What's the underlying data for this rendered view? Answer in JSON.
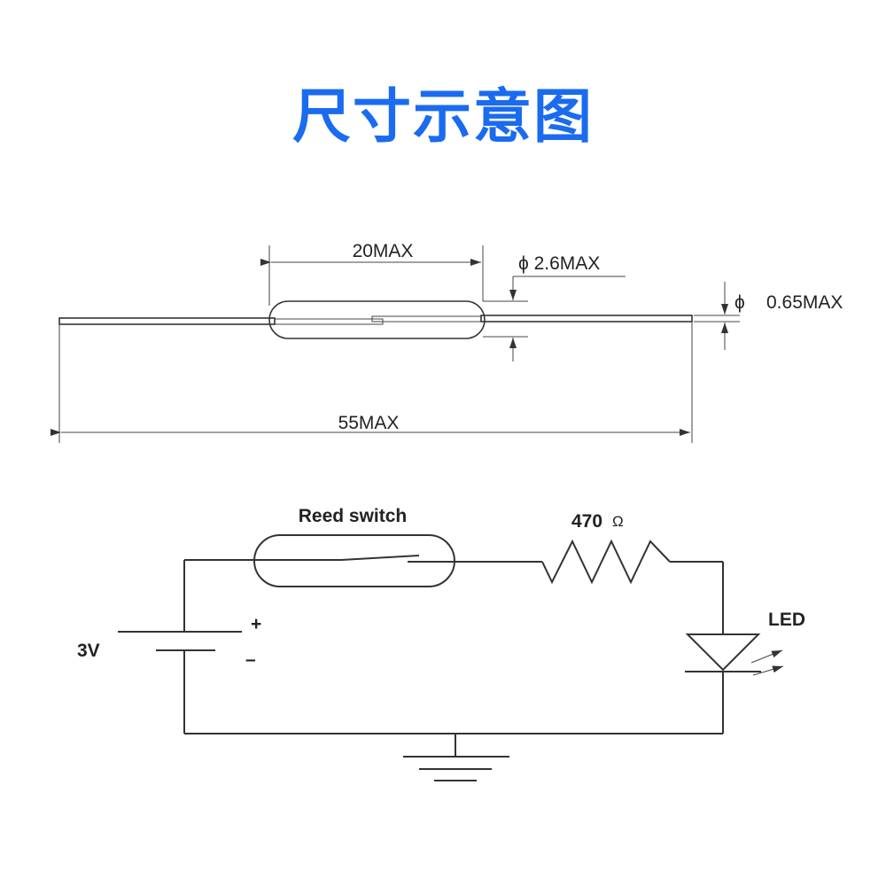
{
  "title": "尺寸示意图",
  "colors": {
    "title": "#1a6bf0",
    "line": "#333333"
  },
  "dimensions": {
    "glass_length": "20MAX",
    "glass_diameter": "ϕ 2.6MAX",
    "lead_diameter_symbol": "ϕ",
    "lead_diameter": "0.65MAX",
    "total_length": "55MAX"
  },
  "circuit": {
    "switch_label": "Reed switch",
    "resistor_value": "470",
    "resistor_unit": "Ω",
    "led_label": "LED",
    "battery_voltage": "3V",
    "battery_plus": "+",
    "battery_minus": "–"
  }
}
